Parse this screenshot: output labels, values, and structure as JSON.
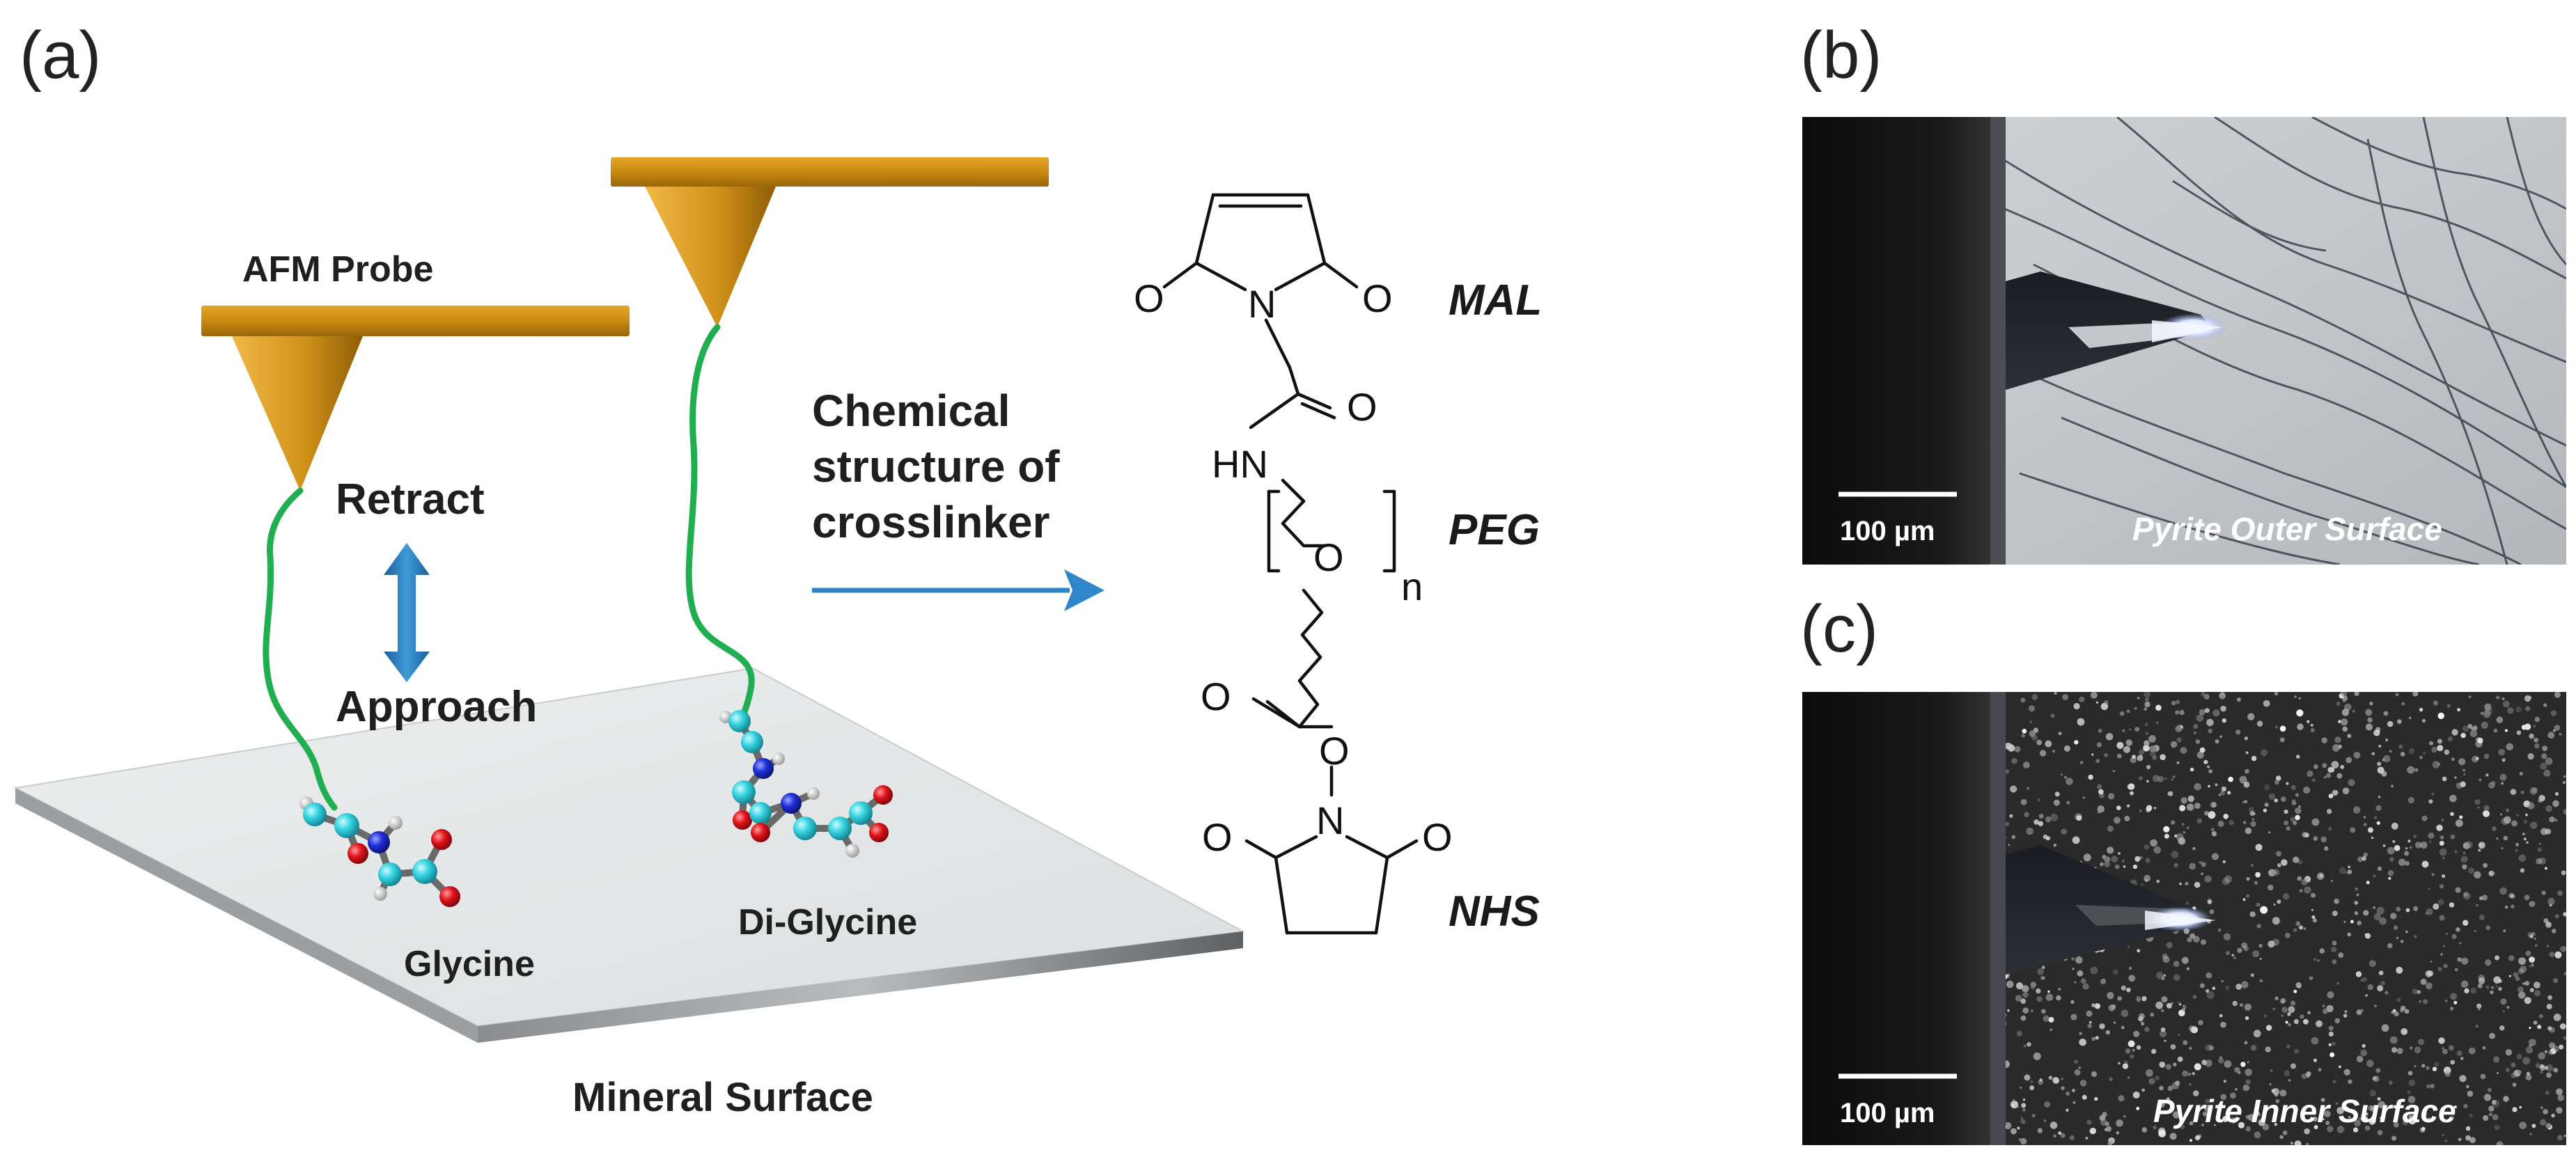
{
  "panel_labels": {
    "a": "(a)",
    "b": "(b)",
    "c": "(c)"
  },
  "panel_a": {
    "afm_probe_label": "AFM Probe",
    "retract_label": "Retract",
    "approach_label": "Approach",
    "glycine_label": "Glycine",
    "diglycine_label": "Di-Glycine",
    "mineral_surface_label": "Mineral Surface",
    "arrow_text_line1": "Chemical",
    "arrow_text_line2": "structure of",
    "arrow_text_line3": "crosslinker"
  },
  "crosslinker": {
    "mal_label": "MAL",
    "peg_label": "PEG",
    "nhs_label": "NHS",
    "atom_o": "O",
    "atom_n": "N",
    "atom_hn": "HN",
    "repeat_n": "n"
  },
  "panel_b": {
    "scale_bar_label": "100 µm",
    "caption": "Pyrite Outer Surface"
  },
  "panel_c": {
    "scale_bar_label": "100 µm",
    "caption": "Pyrite Inner Surface"
  },
  "colors": {
    "probe_gold": "#c98a12",
    "tether_green": "#1fae50",
    "arrow_blue": "#2f86c8",
    "carbon_cyan": "#35d2e0",
    "oxygen_red": "#e0141c",
    "nitrogen_blue": "#1f2fd8"
  }
}
